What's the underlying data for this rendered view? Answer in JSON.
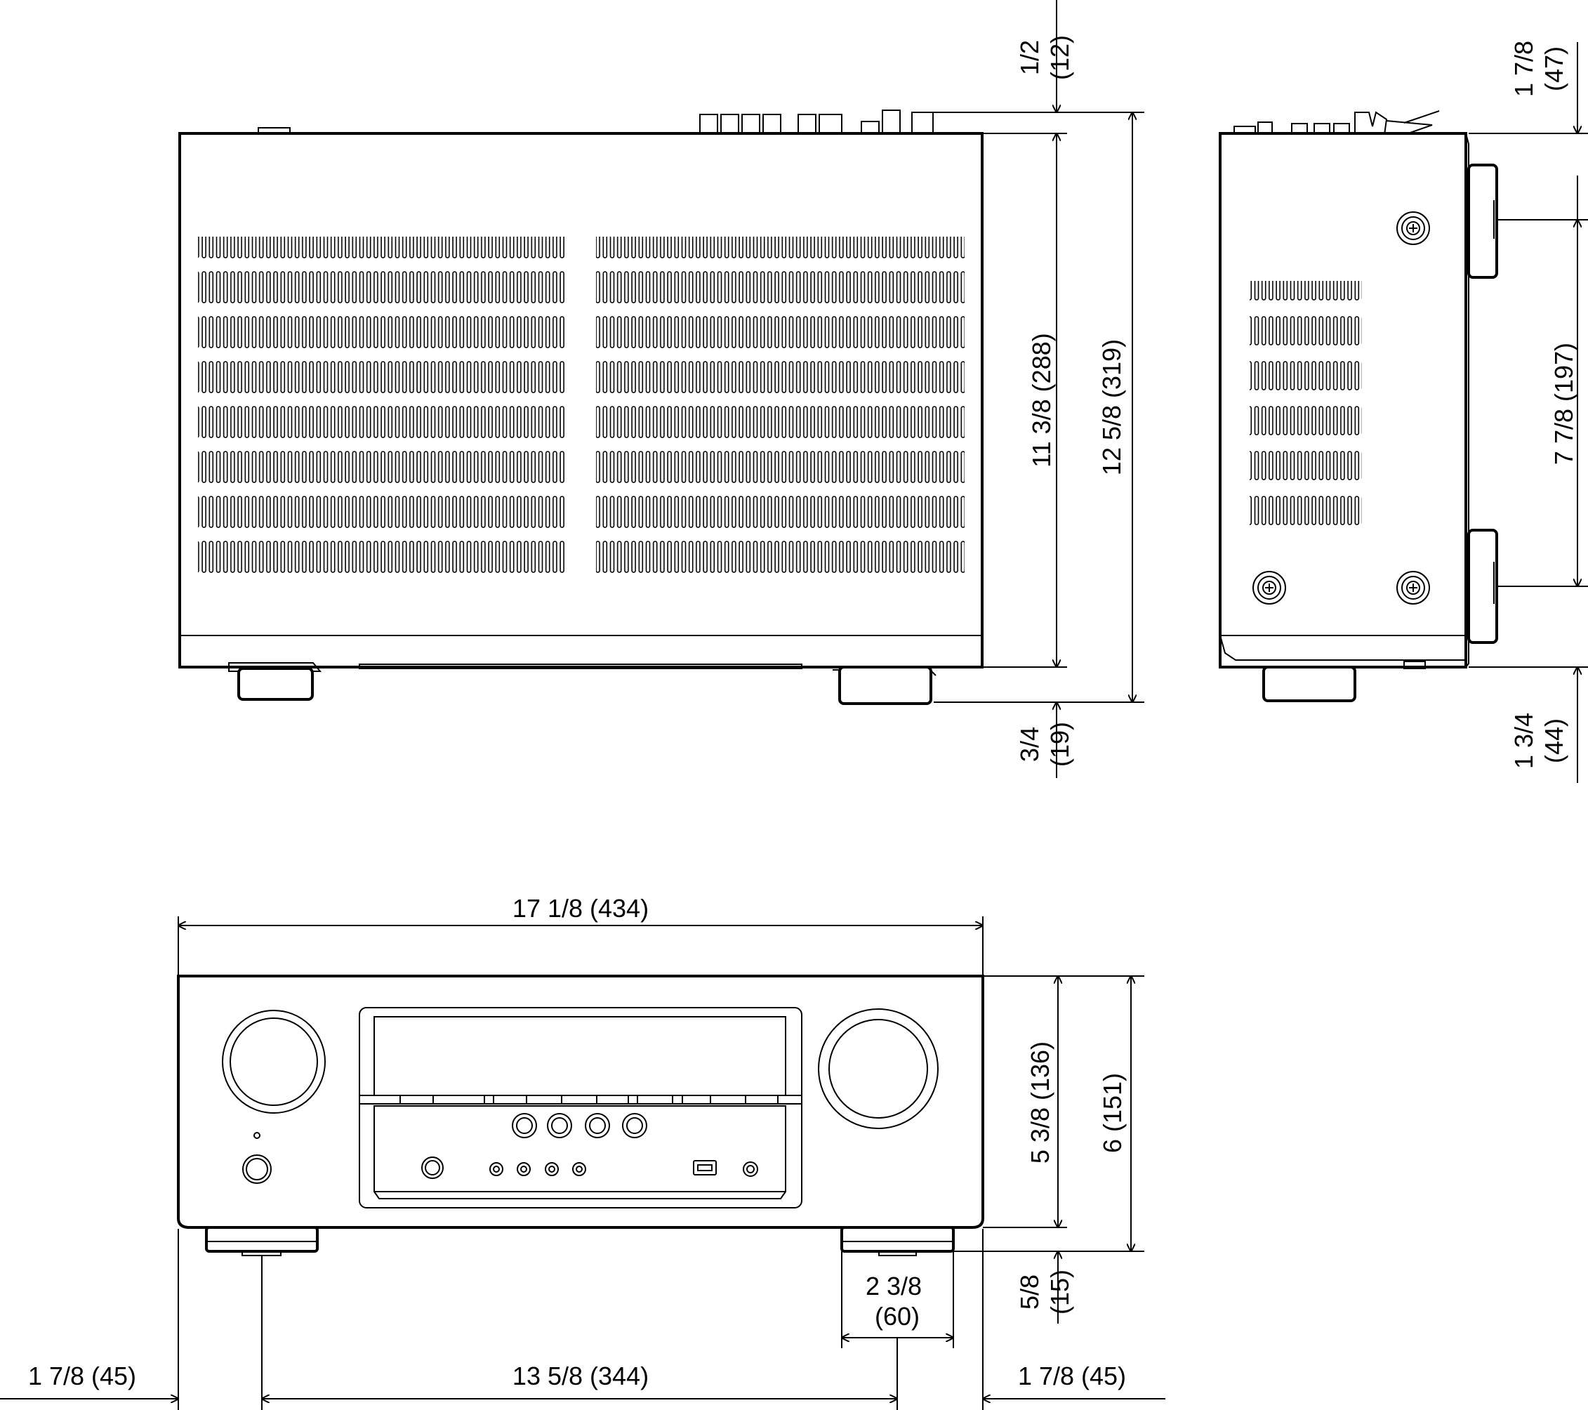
{
  "dimensions": {
    "top_top_offset": "1/2",
    "top_top_offset_mm": "(12)",
    "top_body_depth": "11 3/8 (288)",
    "top_total_depth": "12 5/8 (319)",
    "top_foot_offset": "3/4",
    "top_foot_offset_mm": "(19)",
    "side_top_offset": "1 7/8",
    "side_top_offset_mm": "(47)",
    "side_foot_spacing": "7 7/8 (197)",
    "side_bottom_offset": "1 3/4",
    "side_bottom_offset_mm": "(44)",
    "front_width": "17 1/8 (434)",
    "front_body_height": "5 3/8 (136)",
    "front_total_height": "6 (151)",
    "front_foot_height": "5/8",
    "front_foot_height_mm": "(15)",
    "front_foot_width": "2 3/8",
    "front_foot_width_mm": "(60)",
    "front_left_offset": "1 7/8 (45)",
    "front_foot_spacing": "13 5/8 (344)",
    "front_right_offset": "1 7/8 (45)"
  }
}
